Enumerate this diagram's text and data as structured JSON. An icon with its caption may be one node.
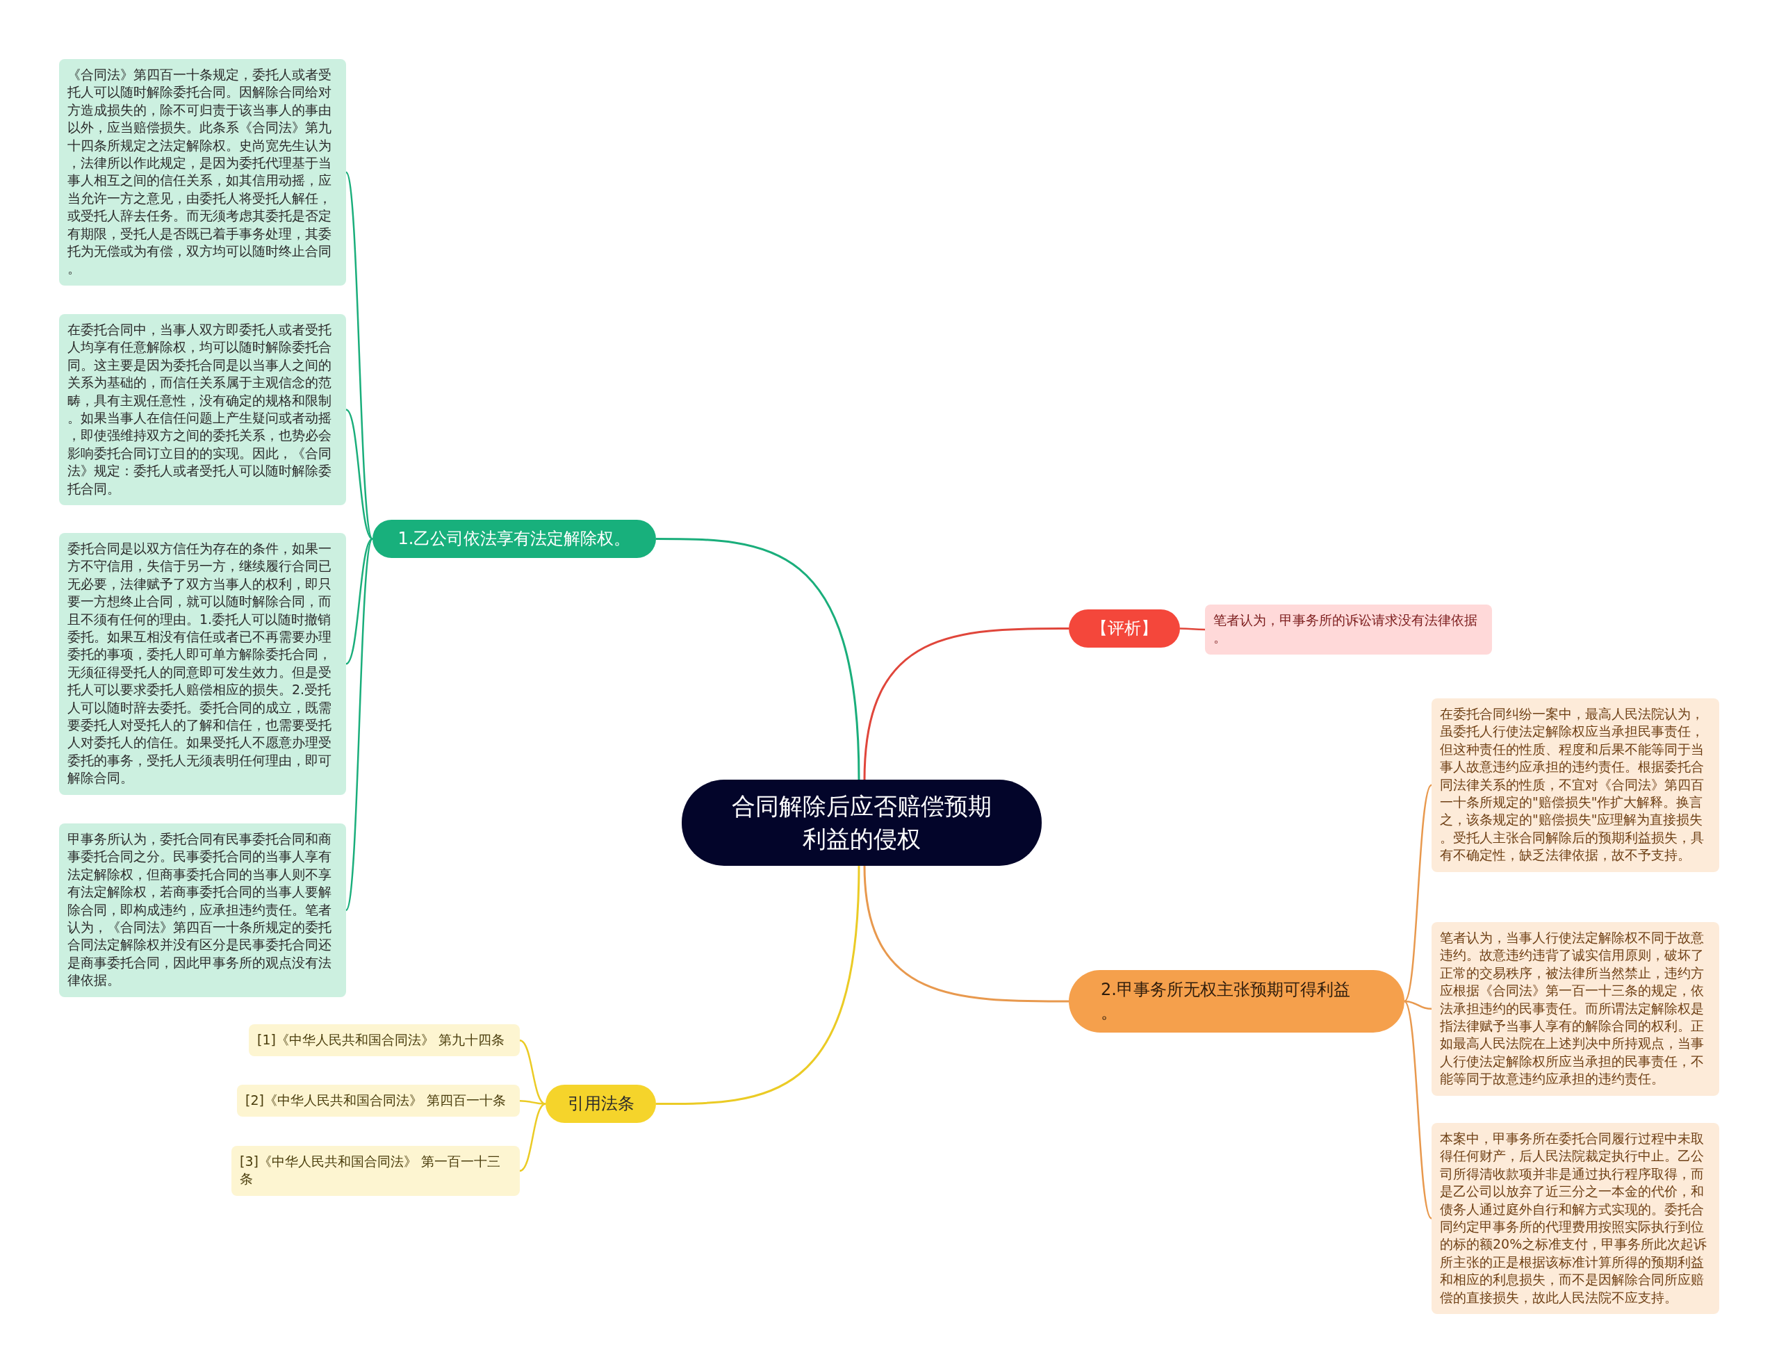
{
  "diagram": {
    "nodes": [
      {
        "text": [
          "合同解除后应否赔偿预期利益的侵权"
        ]
      },
      {
        "text": [
          "1.乙公司依法享有法定解除权。"
        ]
      },
      {
        "text": [
          "《合同法》第四百一十条规定，委托人或者受托人可以随时解除委托合同。因解除合同给对方造成损失的，除不可归责于该当事人的事由以外，应当赔偿损失。此条系《合同法》第九十四条所规定之法定解除权。史尚宽先生认为，法律所以作此规定，是因为委托代理基于当事人相互之间的信任关系，如其信用动摇，应当允许一方之意见，由委托人将受托人解任，或受托人辞去任务。而无须考虑其委托是否定有期限，受托人是否既已着手事务处理，其委托为无偿或为有偿，双方均可以随时终止合同。"
        ]
      },
      {
        "text": [
          "在委托合同中，当事人双方即委托人或者受托人均享有任意解除权，均可以随时解除委托合同。这主要是因为委托合同是以当事人之间的关系为基础的，而信任关系属于主观信念的范畴，具有主观任意性，没有确定的规格和限制。如果当事人在信任问题上产生疑问或者动摇，即使强维持双方之间的委托关系，也势必会影响委托合同订立目的的实现。因此，《合同法》规定：委托人或者受托人可以随时解除委托合同。"
        ]
      },
      {
        "text": [
          "委托合同是以双方信任为存在的条件，如果一方不守信用，失信于另一方，继续履行合同已无必要，法律赋予了双方当事人的权利，即只要一方想终止合同，就可以随时解除合同，而且不须有任何的理由。1.委托人可以随时撤销委托。如果互相没有信任或者已不再需要办理委托的事项，委托人即可单方解除委托合同，无须征得受托人的同意即可发生效力。但是受托人可以要求委托人赔偿相应的损失。2.受托人可以随时辞去委托。委托合同的成立，既需要委托人对受托人的了解和信任，也需要受托人对委托人的信任。如果受托人不愿意办理受委托的事务，受托人无须表明任何理由，即可解除合同。"
        ]
      },
      {
        "text": [
          "甲事务所认为，委托合同有民事委托合同和商事委托合同之分。民事委托合同的当事人享有法定解除权，但商事委托合同的当事人则不享有法定解除权，若商事委托合同的当事人要解除合同，即构成违约，应承担违约责任。笔者认为，《合同法》第四百一十条所规定的委托合同法定解除权并没有区分是民事委托合同还是商事委托合同，因此甲事务所的观点没有法律依据。"
        ]
      },
      {
        "text": [
          "【评析】"
        ]
      },
      {
        "text": [
          "笔者认为，甲事务所的诉讼请求没有法律依据。"
        ]
      },
      {
        "text": [
          "2.甲事务所无权主张预期可得利益。"
        ]
      },
      {
        "text": [
          "在委托合同纠纷一案中，最高人民法院认为，虽委托人行使法定解除权应当承担民事责任，但这种责任的性质、程度和后果不能等同于当事人故意违约应承担的违约责任。根据委托合同法律关系的性质，不宜对《合同法》第四百一十条所规定的\"赔偿损失\"作扩大解释。换言之，该条规定的\"赔偿损失\"应理解为直接损失。受托人主张合同解除后的预期利益损失，具有不确定性，缺乏法律依据，故不予支持。"
        ]
      },
      {
        "text": [
          "笔者认为，当事人行使法定解除权不同于故意违约。故意违约违背了诚实信用原则，破坏了正常的交易秩序，被法律所当然禁止，违约方应根据《合同法》第一百一十三条的规定，依法承担违约的民事责任。而所谓法定解除权是指法律赋予当事人享有的解除合同的权利。正如最高人民法院在上述判决中所持观点，当事人行使法定解除权所应当承担的民事责任，不能等同于故意违约应承担的违约责任。"
        ]
      },
      {
        "text": [
          "本案中，甲事务所在委托合同履行过程中未取得任何财产，后人民法院裁定执行中止。乙公司所得清收款项并非是通过执行程序取得，而是乙公司以放弃了近三分之一本金的代价，和债务人通过庭外自行和解方式实现的。委托合同约定甲事务所的代理费用按照实际执行到位的标的额20%之标准支付，甲事务所此次起诉所主张的正是根据该标准计算所得的预期利益和相应的利息损失，而不是因解除合同所应赔偿的直接损失，故此人民法院不应支持。"
        ]
      },
      {
        "text": [
          "引用法条"
        ]
      },
      {
        "text": [
          "[1]《中华人民共和国合同法》 第九十四条"
        ]
      },
      {
        "text": [
          "[2]《中华人民共和国合同法》 第四百一十条"
        ]
      },
      {
        "text": [
          "[3]《中华人民共和国合同法》 第一百一十三条"
        ]
      }
    ],
    "edges": [
      {
        "from": 0,
        "to": 1,
        "arrow": "none"
      },
      {
        "from": 1,
        "to": 2,
        "arrow": "none"
      },
      {
        "from": 1,
        "to": 3,
        "arrow": "none"
      },
      {
        "from": 1,
        "to": 4,
        "arrow": "none"
      },
      {
        "from": 1,
        "to": 5,
        "arrow": "none"
      },
      {
        "from": 0,
        "to": 6,
        "arrow": "none",
        "color": "#e0463b"
      },
      {
        "from": 6,
        "to": 7,
        "arrow": "none",
        "color": "#e0463b"
      },
      {
        "from": 0,
        "to": 8,
        "arrow": "none",
        "color": "#e8994e"
      },
      {
        "from": 8,
        "to": 9,
        "arrow": "none",
        "color": "#e8994e"
      },
      {
        "from": 8,
        "to": 10,
        "arrow": "none",
        "color": "#e8994e"
      },
      {
        "from": 8,
        "to": 11,
        "arrow": "none",
        "color": "#e8994e"
      },
      {
        "from": 0,
        "to": 12,
        "arrow": "none",
        "color": "#ebcb25"
      },
      {
        "from": 12,
        "to": 13,
        "arrow": "none",
        "color": "#ebcb25"
      },
      {
        "from": 12,
        "to": 14,
        "arrow": "none",
        "color": "#ebcb25"
      },
      {
        "from": 12,
        "to": 15,
        "arrow": "none",
        "color": "#ebcb25"
      }
    ]
  }
}
